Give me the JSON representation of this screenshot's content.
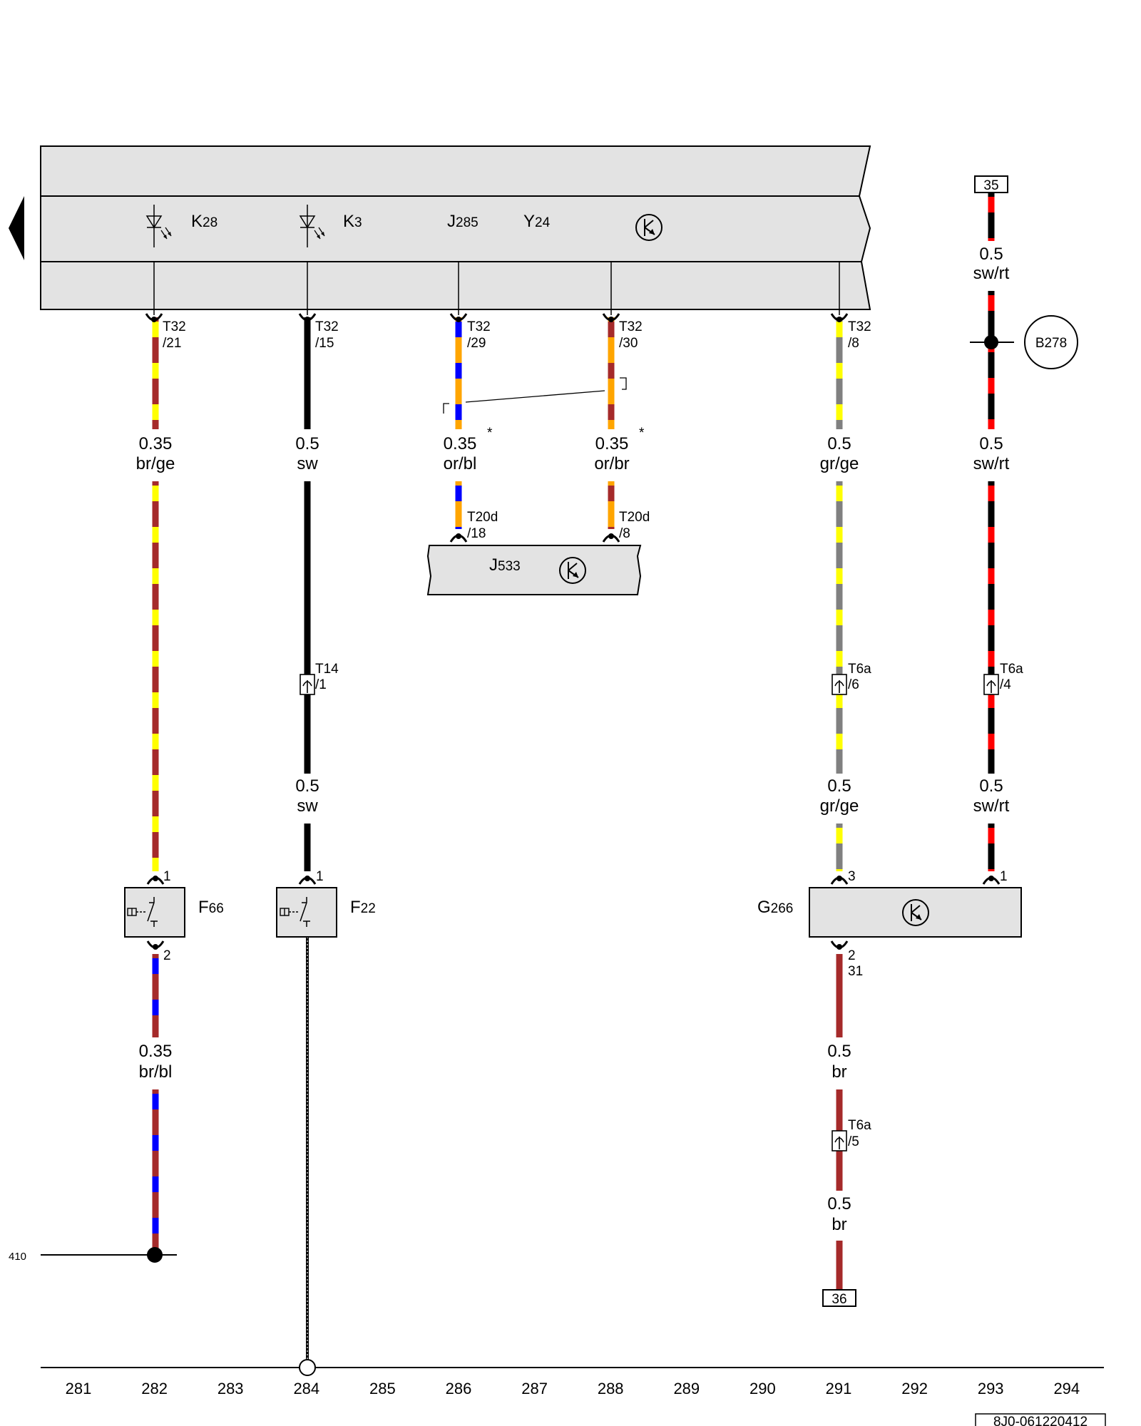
{
  "components": {
    "K28": {
      "letter": "K",
      "sub": "28"
    },
    "K3": {
      "letter": "K",
      "sub": "3"
    },
    "J285": {
      "letter": "J",
      "sub": "285"
    },
    "Y24": {
      "letter": "Y",
      "sub": "24"
    },
    "J533": {
      "letter": "J",
      "sub": "533"
    },
    "F66": {
      "letter": "F",
      "sub": "66"
    },
    "F22": {
      "letter": "F",
      "sub": "22"
    },
    "G266": {
      "letter": "G",
      "sub": "266"
    },
    "B278": "B278"
  },
  "connectors": {
    "t32_21": {
      "name": "T32",
      "pin": "/21"
    },
    "t32_15": {
      "name": "T32",
      "pin": "/15"
    },
    "t32_29": {
      "name": "T32",
      "pin": "/29"
    },
    "t32_30": {
      "name": "T32",
      "pin": "/30"
    },
    "t32_8": {
      "name": "T32",
      "pin": "/8"
    },
    "t20d_18": {
      "name": "T20d",
      "pin": "/18"
    },
    "t20d_8": {
      "name": "T20d",
      "pin": "/8"
    },
    "t14_1": {
      "name": "T14",
      "pin": "/1"
    },
    "t6a_6": {
      "name": "T6a",
      "pin": "/6"
    },
    "t6a_4": {
      "name": "T6a",
      "pin": "/4"
    },
    "t6a_5": {
      "name": "T6a",
      "pin": "/5"
    }
  },
  "pins": {
    "f66_1": "1",
    "f66_2": "2",
    "f22_1": "1",
    "g266_3": "3",
    "g266_1": "1",
    "g266_2": "2",
    "g266_31": "31"
  },
  "wires": {
    "w282a": {
      "size": "0.35",
      "color": "br/ge"
    },
    "w284a": {
      "size": "0.5",
      "color": "sw"
    },
    "w284b": {
      "size": "0.5",
      "color": "sw"
    },
    "w286": {
      "size": "0.35",
      "color": "or/bl"
    },
    "w288": {
      "size": "0.35",
      "color": "or/br"
    },
    "w291a": {
      "size": "0.5",
      "color": "gr/ge"
    },
    "w291b": {
      "size": "0.5",
      "color": "gr/ge"
    },
    "w293a": {
      "size": "0.5",
      "color": "sw/rt"
    },
    "w293b": {
      "size": "0.5",
      "color": "sw/rt"
    },
    "w293c": {
      "size": "0.5",
      "color": "sw/rt"
    },
    "w282b": {
      "size": "0.35",
      "color": "br/bl"
    },
    "w291c": {
      "size": "0.5",
      "color": "br"
    },
    "w291d": {
      "size": "0.5",
      "color": "br"
    }
  },
  "notes": {
    "asterisk": "*"
  },
  "references": {
    "top": "35",
    "bottom": "36",
    "left_track": "410"
  },
  "tracks": [
    "281",
    "282",
    "283",
    "284",
    "285",
    "286",
    "287",
    "288",
    "289",
    "290",
    "291",
    "292",
    "293",
    "294"
  ],
  "doc_id": "8J0-061220412",
  "colors": {
    "br": "#A52A2A",
    "ge": "#FFFF00",
    "sw": "#000000",
    "or": "#FFA500",
    "bl": "#0000FF",
    "gr": "#808080",
    "rt": "#FF0000",
    "box": "#E3E3E3"
  }
}
